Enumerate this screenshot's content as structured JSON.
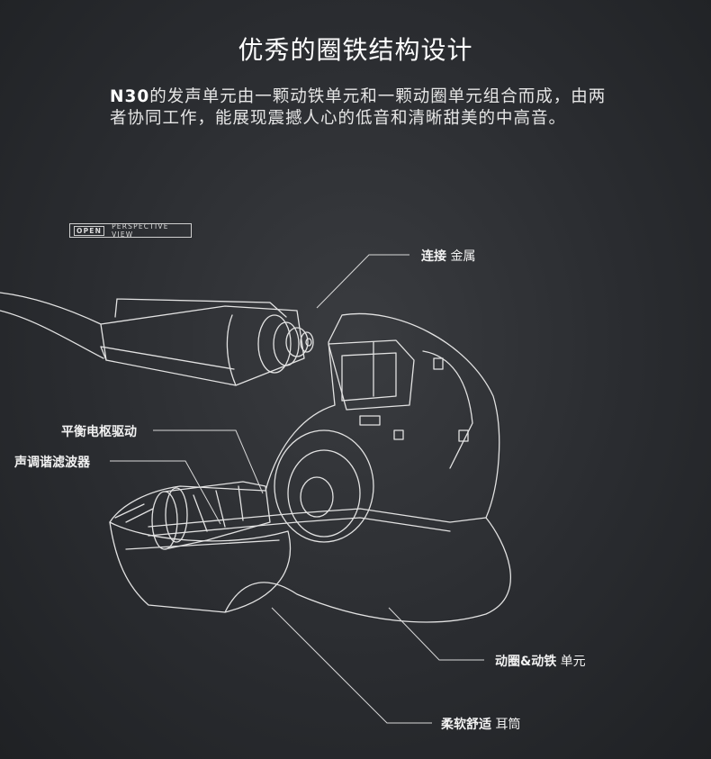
{
  "heading": "优秀的圈铁结构设计",
  "description": {
    "model": "N30",
    "text": "的发声单元由一颗动铁单元和一颗动圈单元组合而成，由两者协同工作，能展现震撼人心的低音和清晰甜美的中高音。"
  },
  "badge": {
    "open": "OPEN",
    "view": "PERSPECTIVE VIEW"
  },
  "callouts": {
    "connector": {
      "bold": "连接",
      "rest": " 金属"
    },
    "armature": {
      "bold": "平衡电枢驱动",
      "rest": ""
    },
    "filter": {
      "bold": "声调谐滤波器",
      "rest": ""
    },
    "driver": {
      "bold": "动圈&动铁",
      "rest": " 单元"
    },
    "shell": {
      "bold": "柔软舒适",
      "rest": " 耳筒"
    }
  },
  "colors": {
    "background": "#2a2c30",
    "line": "#e0e0e0"
  }
}
